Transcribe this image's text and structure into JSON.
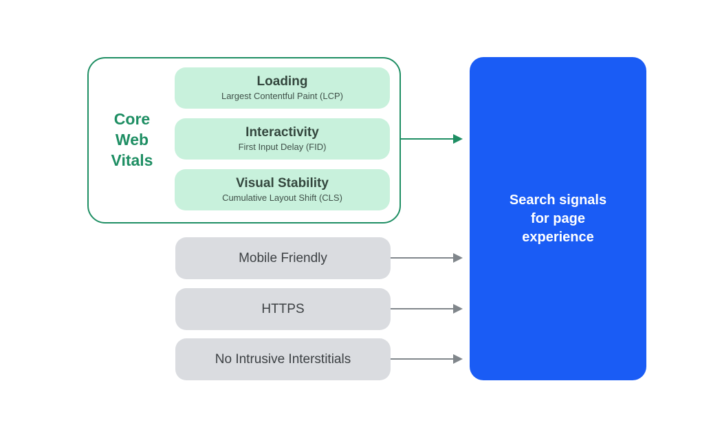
{
  "colors": {
    "accent_green": "#1E8E63",
    "mint_fill": "#C8F1DC",
    "mint_text": "#33463D",
    "gray_fill": "#DADCE0",
    "gray_text": "#3C4043",
    "arrow_gray": "#80868B",
    "result_blue": "#1A5CF5",
    "result_text": "#FFFFFF",
    "background": "#FFFFFF"
  },
  "core_web_vitals": {
    "label": "Core\nWeb\nVitals",
    "metrics": [
      {
        "title": "Loading",
        "subtitle": "Largest Contentful Paint (LCP)"
      },
      {
        "title": "Interactivity",
        "subtitle": "First Input Delay (FID)"
      },
      {
        "title": "Visual Stability",
        "subtitle": "Cumulative Layout Shift (CLS)"
      }
    ]
  },
  "other_signals": [
    "Mobile Friendly",
    "HTTPS",
    "No Intrusive Interstitials"
  ],
  "result": {
    "label": "Search signals\nfor page\nexperience"
  }
}
